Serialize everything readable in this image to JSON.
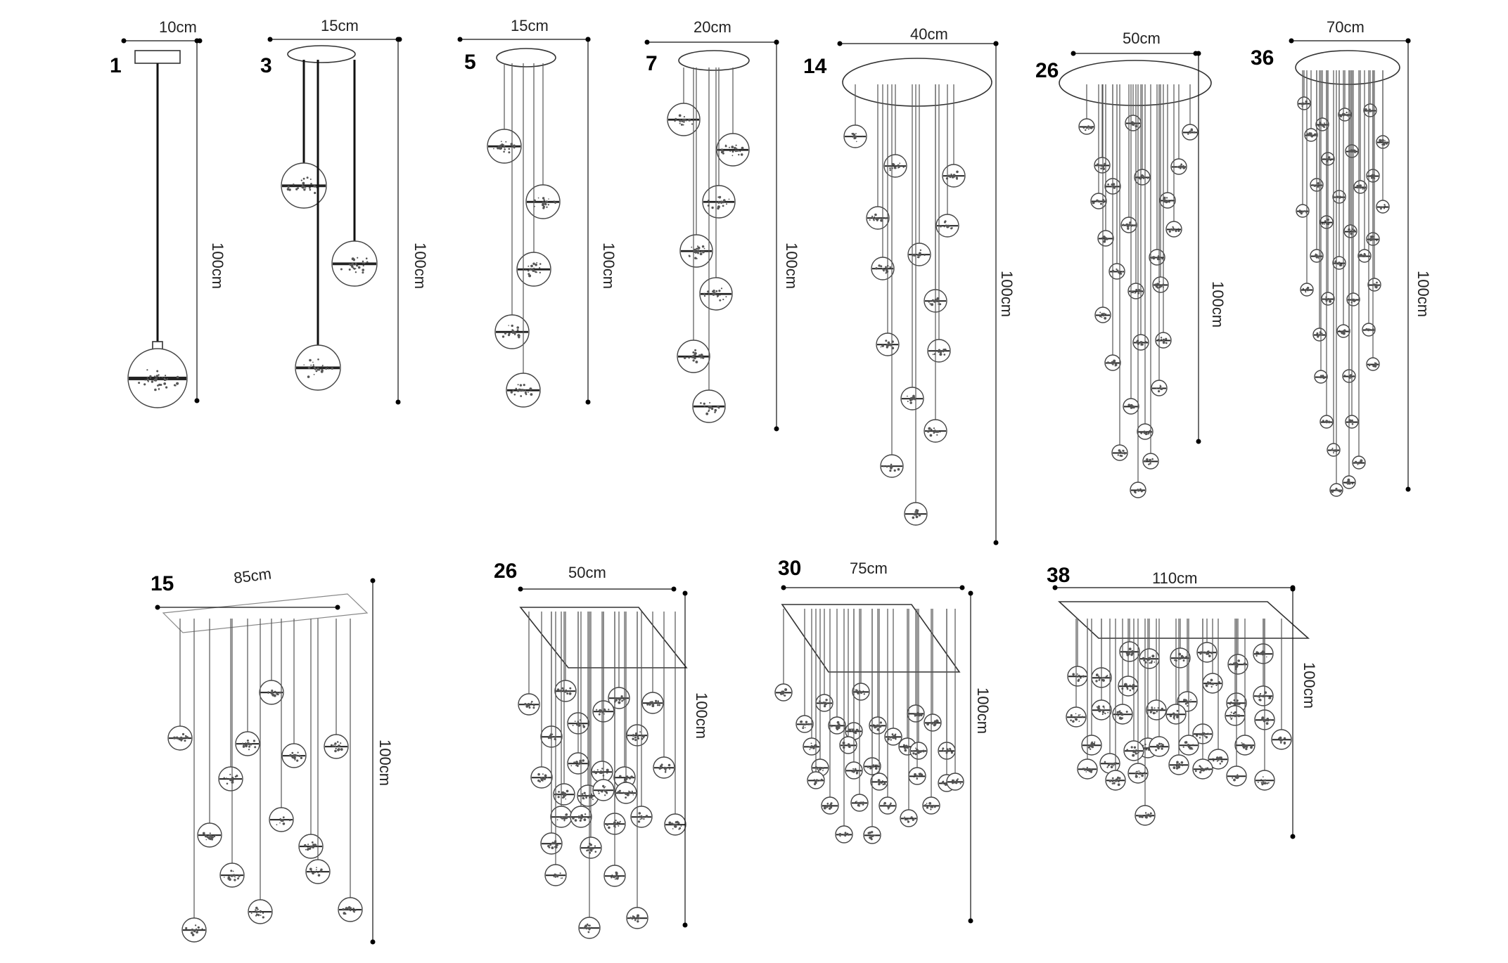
{
  "models": [
    {
      "id": "m1",
      "count_label": "1",
      "width_label": "10cm",
      "height_label": "100cm",
      "shape": "single"
    },
    {
      "id": "m3",
      "count_label": "3",
      "width_label": "15cm",
      "height_label": "100cm",
      "shape": "round"
    },
    {
      "id": "m5",
      "count_label": "5",
      "width_label": "15cm",
      "height_label": "100cm",
      "shape": "round"
    },
    {
      "id": "m7",
      "count_label": "7",
      "width_label": "20cm",
      "height_label": "100cm",
      "shape": "round"
    },
    {
      "id": "m14",
      "count_label": "14",
      "width_label": "40cm",
      "height_label": "100cm",
      "shape": "round"
    },
    {
      "id": "m26r",
      "count_label": "26",
      "width_label": "50cm",
      "height_label": "100cm",
      "shape": "round"
    },
    {
      "id": "m36",
      "count_label": "36",
      "width_label": "70cm",
      "height_label": "100cm",
      "shape": "round"
    },
    {
      "id": "m15",
      "count_label": "15",
      "width_label": "85cm",
      "height_label": "100cm",
      "shape": "rectangle"
    },
    {
      "id": "m26s",
      "count_label": "26",
      "width_label": "50cm",
      "height_label": "100cm",
      "shape": "square"
    },
    {
      "id": "m30",
      "count_label": "30",
      "width_label": "75cm",
      "height_label": "100cm",
      "shape": "square"
    },
    {
      "id": "m38",
      "count_label": "38",
      "width_label": "110cm",
      "height_label": "100cm",
      "shape": "rectangle"
    }
  ]
}
